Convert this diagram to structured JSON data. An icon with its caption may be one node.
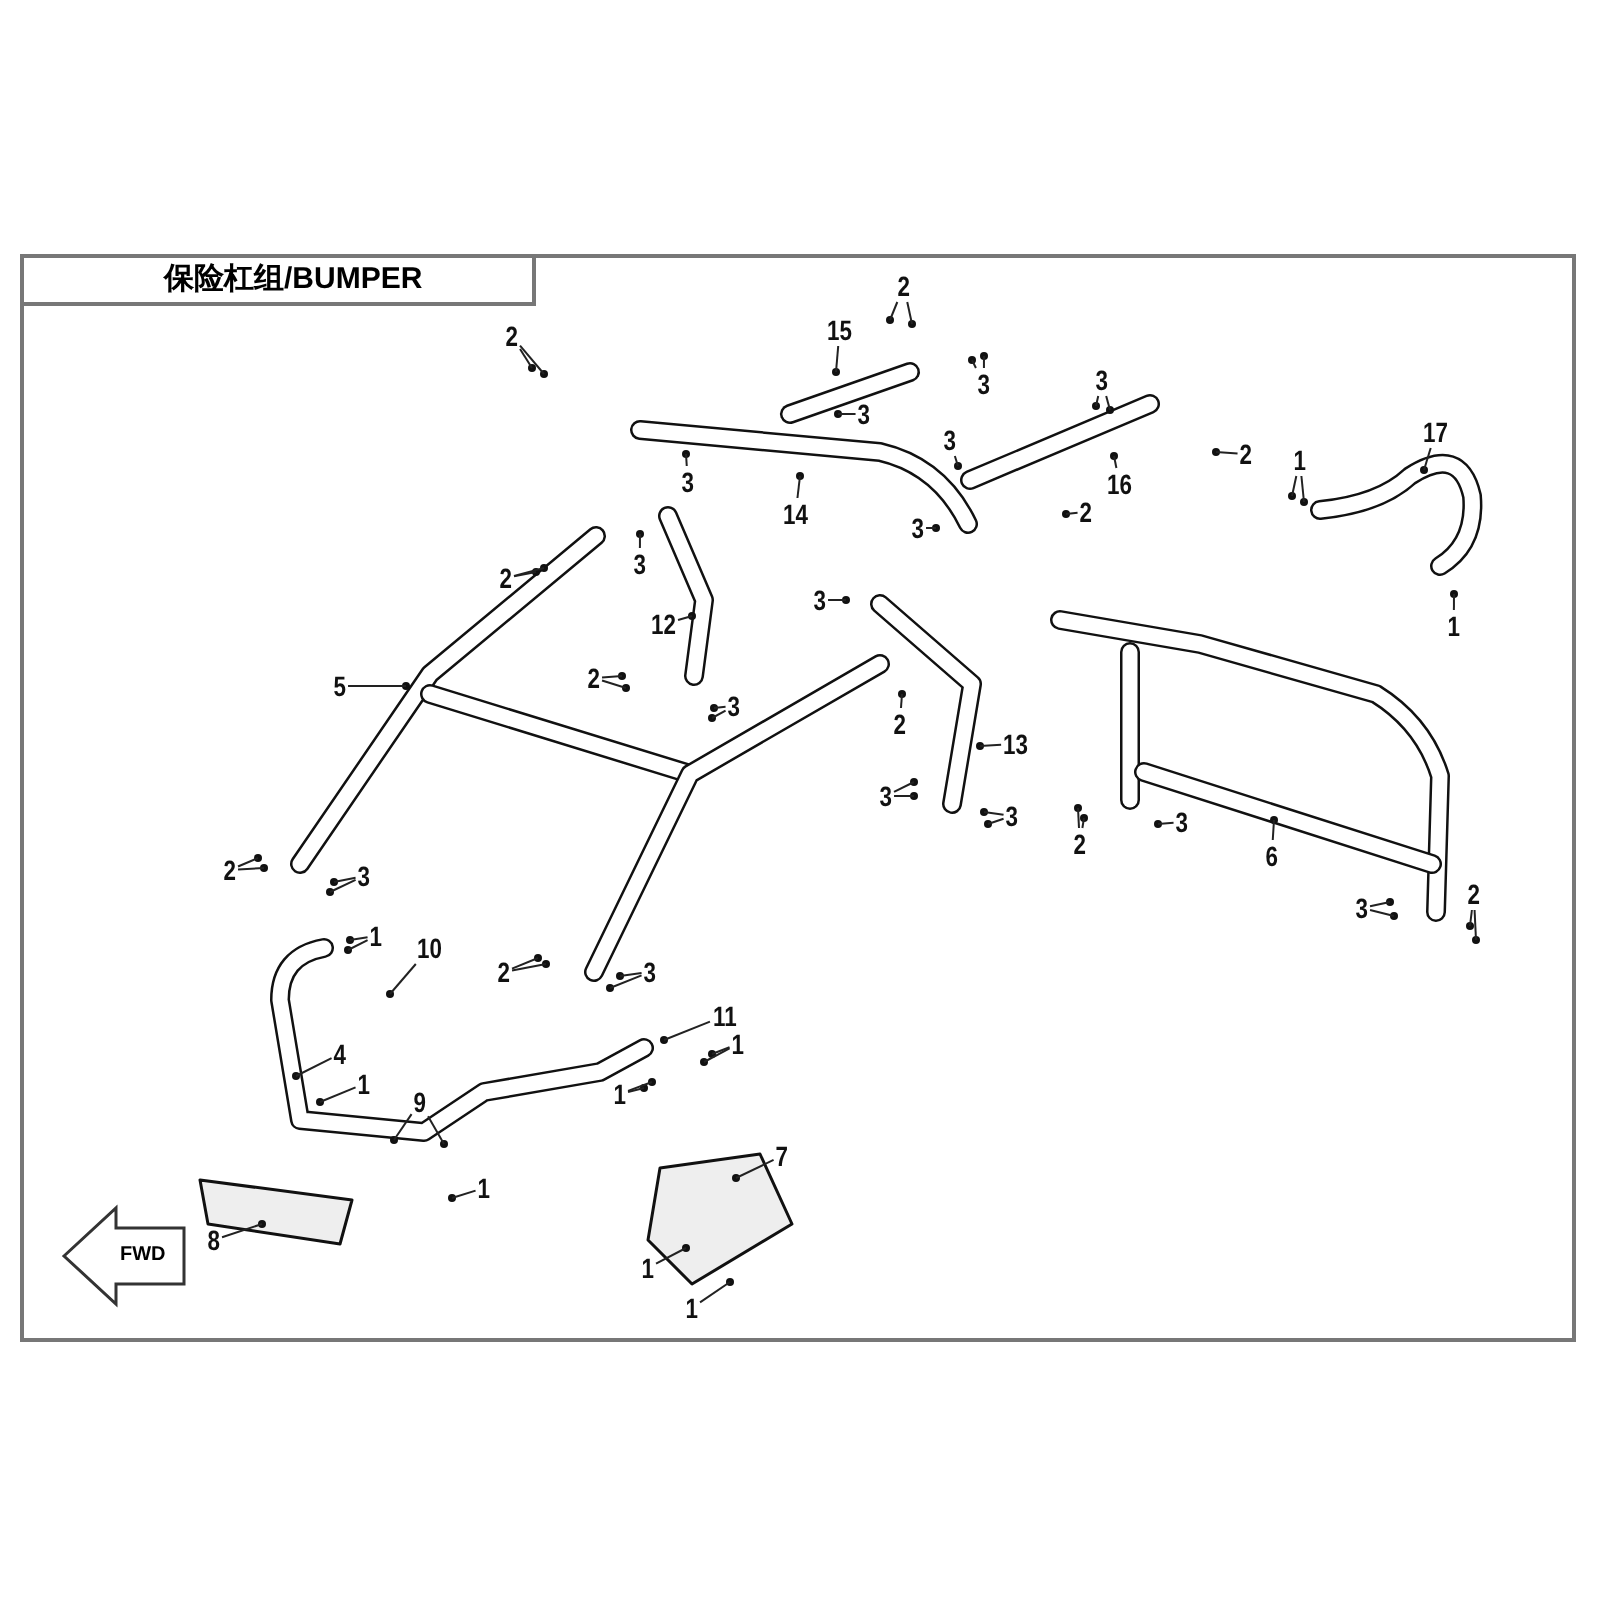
{
  "diagram": {
    "title": "保险杠组/BUMPER",
    "nodes": [
      {
        "text": [
          "2"
        ]
      },
      {
        "text": [
          "15"
        ]
      },
      {
        "text": [
          "2"
        ]
      },
      {
        "text": [
          "3"
        ]
      },
      {
        "text": [
          "3"
        ]
      },
      {
        "text": [
          "3"
        ]
      },
      {
        "text": [
          "17"
        ]
      },
      {
        "text": [
          "3"
        ]
      },
      {
        "text": [
          "2"
        ]
      },
      {
        "text": [
          "3"
        ]
      },
      {
        "text": [
          "16"
        ]
      },
      {
        "text": [
          "1"
        ]
      },
      {
        "text": [
          "14"
        ]
      },
      {
        "text": [
          "3"
        ]
      },
      {
        "text": [
          "2"
        ]
      },
      {
        "text": [
          "2"
        ]
      },
      {
        "text": [
          "3"
        ]
      },
      {
        "text": [
          "3"
        ]
      },
      {
        "text": [
          "12"
        ]
      },
      {
        "text": [
          "1"
        ]
      },
      {
        "text": [
          "5"
        ]
      },
      {
        "text": [
          "2"
        ]
      },
      {
        "text": [
          "3"
        ]
      },
      {
        "text": [
          "2"
        ]
      },
      {
        "text": [
          "13"
        ]
      },
      {
        "text": [
          "3"
        ]
      },
      {
        "text": [
          "3"
        ]
      },
      {
        "text": [
          "2"
        ]
      },
      {
        "text": [
          "3"
        ]
      },
      {
        "text": [
          "6"
        ]
      },
      {
        "text": [
          "2"
        ]
      },
      {
        "text": [
          "3"
        ]
      },
      {
        "text": [
          "2"
        ]
      },
      {
        "text": [
          "3"
        ]
      },
      {
        "text": [
          "10"
        ]
      },
      {
        "text": [
          "1"
        ]
      },
      {
        "text": [
          "2"
        ]
      },
      {
        "text": [
          "3"
        ]
      },
      {
        "text": [
          "11"
        ]
      },
      {
        "text": [
          "1"
        ]
      },
      {
        "text": [
          "4"
        ]
      },
      {
        "text": [
          "1"
        ]
      },
      {
        "text": [
          "1"
        ]
      },
      {
        "text": [
          "9"
        ]
      },
      {
        "text": [
          "1"
        ]
      },
      {
        "text": [
          "7"
        ]
      },
      {
        "text": [
          "8"
        ]
      },
      {
        "text": [
          "1"
        ]
      },
      {
        "text": [
          "1"
        ]
      }
    ],
    "edges": [
      {
        "from": 0,
        "to": null,
        "arrow": "none"
      },
      {
        "from": 0,
        "to": null,
        "arrow": "none"
      },
      {
        "from": 1,
        "to": null,
        "arrow": "none"
      },
      {
        "from": 2,
        "to": null,
        "arrow": "none"
      },
      {
        "from": 2,
        "to": null,
        "arrow": "none"
      },
      {
        "from": 3,
        "to": null,
        "arrow": "none"
      },
      {
        "from": 3,
        "to": null,
        "arrow": "none"
      },
      {
        "from": 4,
        "to": null,
        "arrow": "none"
      },
      {
        "from": 5,
        "to": null,
        "arrow": "none"
      },
      {
        "from": 5,
        "to": null,
        "arrow": "none"
      },
      {
        "from": 6,
        "to": null,
        "arrow": "none"
      },
      {
        "from": 7,
        "to": null,
        "arrow": "none"
      },
      {
        "from": 8,
        "to": null,
        "arrow": "none"
      },
      {
        "from": 9,
        "to": null,
        "arrow": "none"
      },
      {
        "from": 10,
        "to": null,
        "arrow": "none"
      },
      {
        "from": 11,
        "to": null,
        "arrow": "none"
      },
      {
        "from": 11,
        "to": null,
        "arrow": "none"
      },
      {
        "from": 12,
        "to": null,
        "arrow": "none"
      },
      {
        "from": 13,
        "to": null,
        "arrow": "none"
      },
      {
        "from": 14,
        "to": null,
        "arrow": "none"
      },
      {
        "from": 15,
        "to": null,
        "arrow": "none"
      },
      {
        "from": 15,
        "to": null,
        "arrow": "none"
      },
      {
        "from": 16,
        "to": null,
        "arrow": "none"
      },
      {
        "from": 17,
        "to": null,
        "arrow": "none"
      },
      {
        "from": 18,
        "to": null,
        "arrow": "none"
      },
      {
        "from": 19,
        "to": null,
        "arrow": "none"
      },
      {
        "from": 20,
        "to": null,
        "arrow": "none"
      },
      {
        "from": 21,
        "to": null,
        "arrow": "none"
      },
      {
        "from": 21,
        "to": null,
        "arrow": "none"
      },
      {
        "from": 22,
        "to": null,
        "arrow": "none"
      },
      {
        "from": 22,
        "to": null,
        "arrow": "none"
      },
      {
        "from": 23,
        "to": null,
        "arrow": "none"
      },
      {
        "from": 24,
        "to": null,
        "arrow": "none"
      },
      {
        "from": 25,
        "to": null,
        "arrow": "none"
      },
      {
        "from": 25,
        "to": null,
        "arrow": "none"
      },
      {
        "from": 26,
        "to": null,
        "arrow": "none"
      },
      {
        "from": 26,
        "to": null,
        "arrow": "none"
      },
      {
        "from": 27,
        "to": null,
        "arrow": "none"
      },
      {
        "from": 27,
        "to": null,
        "arrow": "none"
      },
      {
        "from": 28,
        "to": null,
        "arrow": "none"
      },
      {
        "from": 29,
        "to": null,
        "arrow": "none"
      },
      {
        "from": 30,
        "to": null,
        "arrow": "none"
      },
      {
        "from": 30,
        "to": null,
        "arrow": "none"
      },
      {
        "from": 31,
        "to": null,
        "arrow": "none"
      },
      {
        "from": 31,
        "to": null,
        "arrow": "none"
      },
      {
        "from": 32,
        "to": null,
        "arrow": "none"
      },
      {
        "from": 32,
        "to": null,
        "arrow": "none"
      },
      {
        "from": 33,
        "to": null,
        "arrow": "none"
      },
      {
        "from": 33,
        "to": null,
        "arrow": "none"
      },
      {
        "from": 34,
        "to": null,
        "arrow": "none"
      },
      {
        "from": 35,
        "to": null,
        "arrow": "none"
      },
      {
        "from": 35,
        "to": null,
        "arrow": "none"
      },
      {
        "from": 36,
        "to": null,
        "arrow": "none"
      },
      {
        "from": 36,
        "to": null,
        "arrow": "none"
      },
      {
        "from": 37,
        "to": null,
        "arrow": "none"
      },
      {
        "from": 37,
        "to": null,
        "arrow": "none"
      },
      {
        "from": 38,
        "to": null,
        "arrow": "none"
      },
      {
        "from": 39,
        "to": null,
        "arrow": "none"
      },
      {
        "from": 39,
        "to": null,
        "arrow": "none"
      },
      {
        "from": 40,
        "to": null,
        "arrow": "none"
      },
      {
        "from": 41,
        "to": null,
        "arrow": "none"
      },
      {
        "from": 42,
        "to": null,
        "arrow": "none"
      },
      {
        "from": 42,
        "to": null,
        "arrow": "none"
      },
      {
        "from": 43,
        "to": null,
        "arrow": "none"
      },
      {
        "from": 43,
        "to": null,
        "arrow": "none"
      },
      {
        "from": 44,
        "to": null,
        "arrow": "none"
      },
      {
        "from": 45,
        "to": null,
        "arrow": "none"
      },
      {
        "from": 46,
        "to": null,
        "arrow": "none"
      },
      {
        "from": 47,
        "to": null,
        "arrow": "none"
      },
      {
        "from": 48,
        "to": null,
        "arrow": "none"
      }
    ],
    "labels": [
      "FWD"
    ]
  }
}
